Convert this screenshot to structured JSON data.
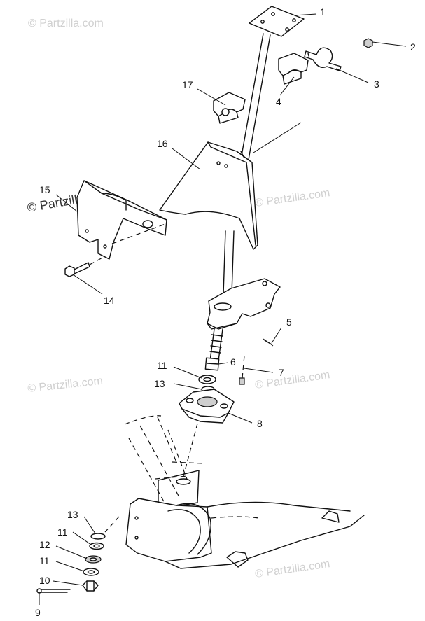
{
  "watermark": {
    "text": "© Partzilla.com",
    "repeat_text": "© Partzilla.com"
  },
  "callouts": {
    "c1": "1",
    "c2": "2",
    "c3": "3",
    "c4": "4",
    "c5": "5",
    "c6": "6",
    "c7": "7",
    "c8": "8",
    "c9": "9",
    "c10": "10",
    "c11a": "11",
    "c11b": "11",
    "c11c": "11",
    "c12": "12",
    "c13a": "13",
    "c13b": "13",
    "c14": "14",
    "c15": "15",
    "c16": "16",
    "c17": "17"
  }
}
